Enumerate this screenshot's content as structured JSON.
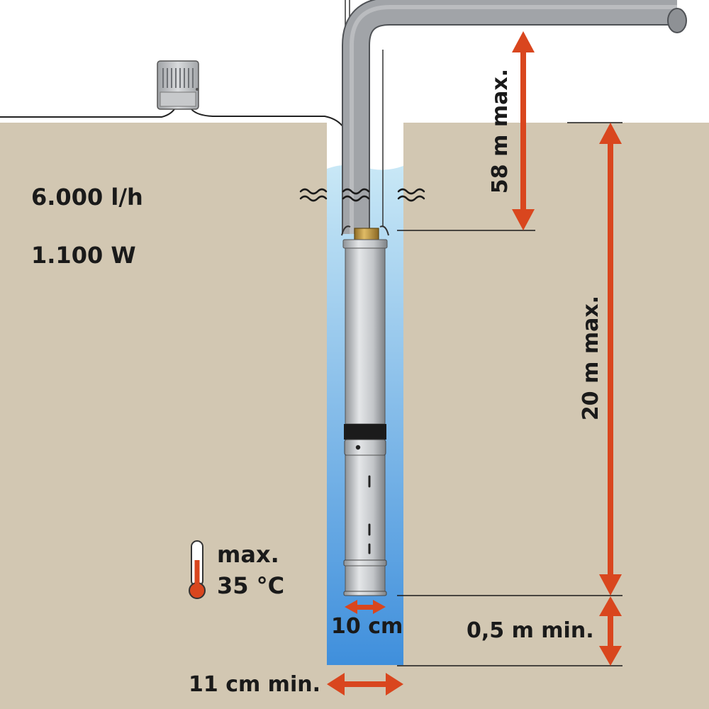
{
  "specs": {
    "flow_rate": "6.000 l/h",
    "power": "1.100 W"
  },
  "temperature": {
    "line1": "max.",
    "line2": "35 °C",
    "icon": "thermometer-icon"
  },
  "dimensions": {
    "pressure_head": "58 m max.",
    "immersion_depth": "20 m max.",
    "min_bottom_clearance": "0,5 m min.",
    "pump_diameter": "10 cm",
    "min_well_diameter": "11 cm min."
  },
  "colors": {
    "soil": "#d2c7b2",
    "water_top": "#c9e8f6",
    "water_bottom": "#3f8fdc",
    "arrow": "#d9461e",
    "pipe": "#9a9da1",
    "pump_body": "#c6c9cc",
    "brass": "#b8923a",
    "band": "#1b1b1b"
  }
}
